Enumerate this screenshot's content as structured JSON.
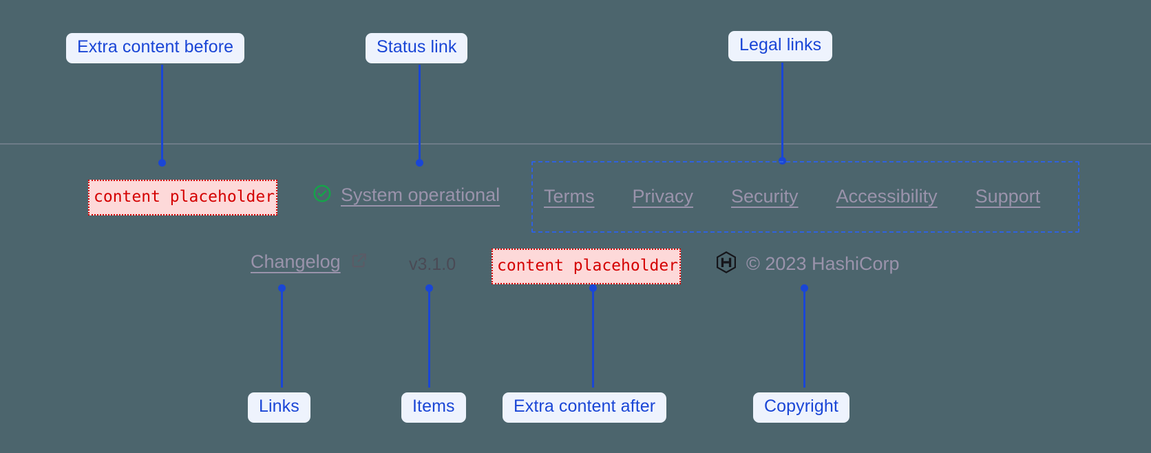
{
  "theme": {
    "background": "#4c656d",
    "annotation_accent": "#1a46d6",
    "annotation_pill_bg": "#eef3fd",
    "placeholder_text": "#d40000",
    "placeholder_bg": "#fdd9d9",
    "footer_text": "#9a93ab",
    "status_ok": "#16a34a",
    "dashbox": "#2f62e0"
  },
  "annotations": {
    "extra_before": "Extra content before",
    "status_link": "Status link",
    "legal_links": "Legal links",
    "links": "Links",
    "items": "Items",
    "extra_after": "Extra content after",
    "copyright": "Copyright"
  },
  "footer": {
    "placeholder_before": "content placeholder",
    "placeholder_after": "content placeholder",
    "status": {
      "icon": "check-circle-icon",
      "label": "System operational"
    },
    "legal_links": [
      {
        "label": "Terms"
      },
      {
        "label": "Privacy"
      },
      {
        "label": "Security"
      },
      {
        "label": "Accessibility"
      },
      {
        "label": "Support"
      }
    ],
    "changelog": {
      "label": "Changelog",
      "icon": "external-link-icon"
    },
    "version": "v3.1.0",
    "copyright": {
      "logo": "hashicorp-logo-icon",
      "text": "© 2023 HashiCorp"
    }
  }
}
